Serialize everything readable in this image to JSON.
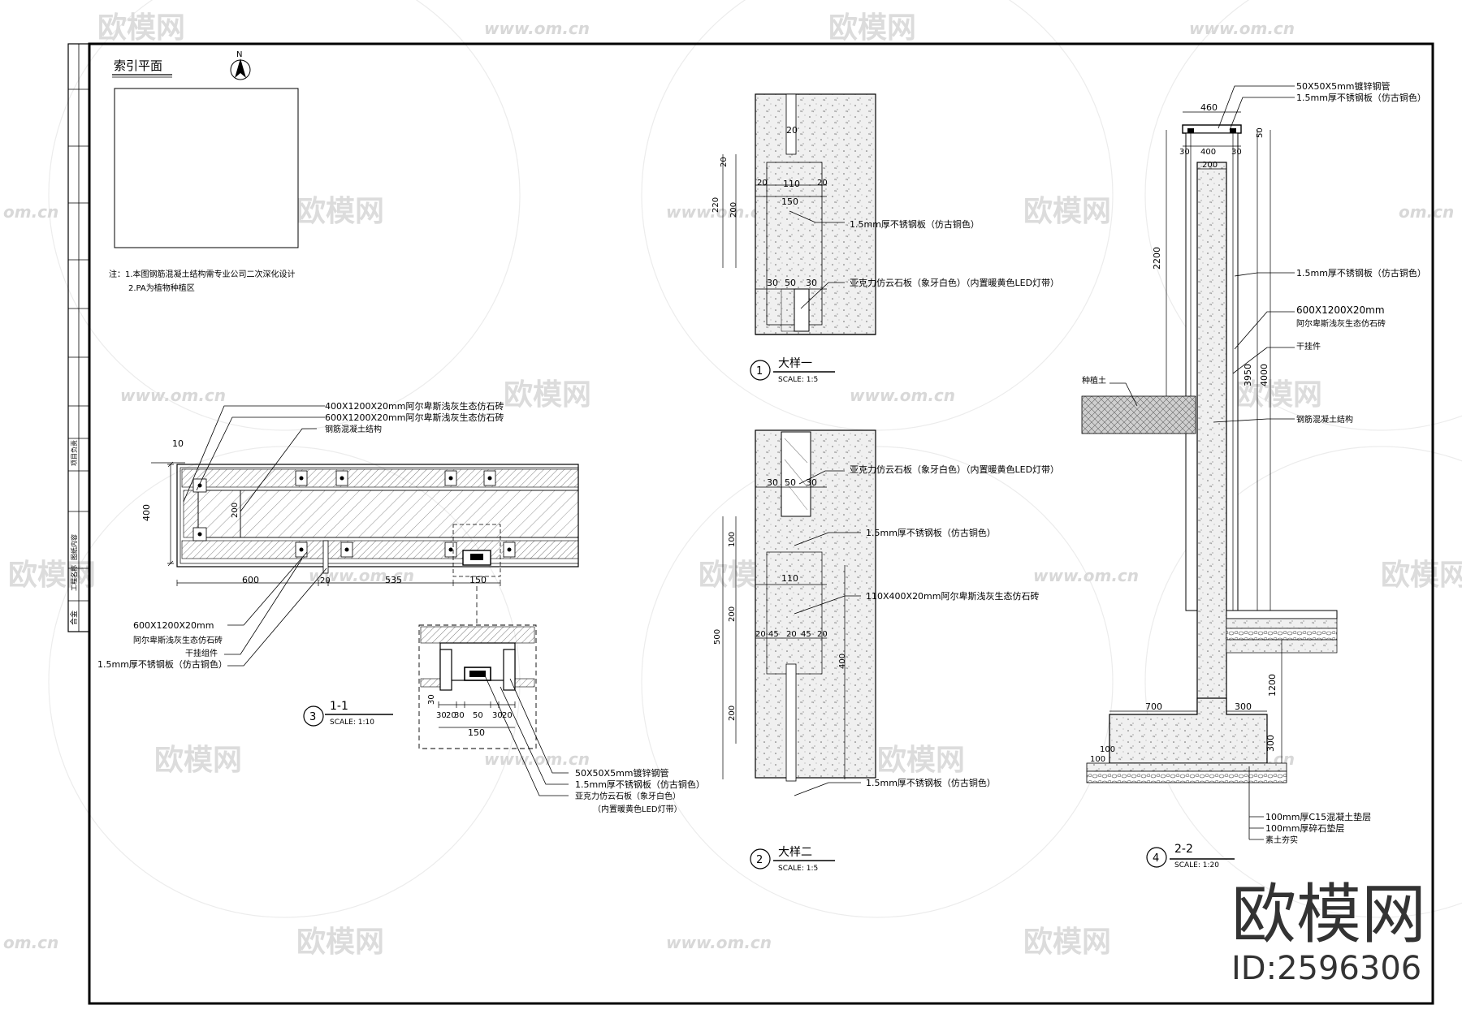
{
  "watermark": {
    "brand": "欧模网",
    "url": "www.om.cn",
    "url_short": "om.cn",
    "id_label": "ID:2596306"
  },
  "title_block": {
    "cells": [
      "合金",
      "工程名称",
      "图纸内容",
      "项目负责"
    ]
  },
  "index_plan": {
    "title": "索引平面",
    "north": "N",
    "notes": [
      "注：1.本图钢筋混凝土结构需专业公司二次深化设计",
      "2.PA为植物种植区"
    ]
  },
  "section_1_1": {
    "no": "3",
    "title": "1-1",
    "scale": "SCALE:  1:10",
    "callouts_top": [
      "400X1200X20mm阿尔卑斯浅灰生态仿石砖",
      "600X1200X20mm阿尔卑斯浅灰生态仿石砖",
      "钢筋混凝土结构"
    ],
    "callouts_left": [
      "600X1200X20mm",
      "阿尔卑斯浅灰生态仿石砖",
      "干挂组件",
      "1.5mm厚不锈钢板（仿古铜色）"
    ],
    "callouts_right": [
      "50X50X5mm镀锌钢管",
      "1.5mm厚不锈钢板（仿古铜色）",
      "亚克力仿云石板（象牙白色）",
      "（内置暖黄色LED灯带）"
    ],
    "dims": [
      "10",
      "400",
      "200",
      "600",
      "20",
      "535",
      "150",
      "30",
      "20",
      "30",
      "50",
      "30",
      "20",
      "150"
    ]
  },
  "detail_1": {
    "no": "1",
    "title": "大样一",
    "scale": "SCALE:  1:5",
    "callouts": [
      "1.5mm厚不锈钢板（仿古铜色）",
      "亚克力仿云石板（象牙白色）（内置暖黄色LED灯带）"
    ],
    "dims": [
      "20",
      "20",
      "220",
      "200",
      "20",
      "110",
      "20",
      "150",
      "30",
      "50",
      "30"
    ]
  },
  "detail_2": {
    "no": "2",
    "title": "大样二",
    "scale": "SCALE:  1:5",
    "callouts": [
      "亚克力仿云石板（象牙白色）（内置暖黄色LED灯带）",
      "1.5mm厚不锈钢板（仿古铜色）",
      "110X400X20mm阿尔卑斯浅灰生态仿石砖",
      "1.5mm厚不锈钢板（仿古铜色）"
    ],
    "dims": [
      "30",
      "50",
      "30",
      "100",
      "110",
      "200",
      "500",
      "20",
      "45",
      "20",
      "45",
      "20",
      "400",
      "200"
    ]
  },
  "section_2_2": {
    "no": "4",
    "title": "2-2",
    "scale": "SCALE:  1:20",
    "callouts_right": [
      "50X50X5mm镀锌钢管",
      "1.5mm厚不锈钢板（仿古铜色）",
      "1.5mm厚不锈钢板（仿古铜色）",
      "600X1200X20mm",
      "阿尔卑斯浅灰生态仿石砖",
      "干挂件",
      "钢筋混凝土结构"
    ],
    "callout_left": "种植土",
    "callouts_bottom": [
      "100mm厚C15混凝土垫层",
      "100mm厚碎石垫层",
      "素土夯实"
    ],
    "dims": [
      "460",
      "30",
      "400",
      "30",
      "50",
      "200",
      "2200",
      "3950",
      "4000",
      "700",
      "300",
      "1200",
      "300",
      "100",
      "100"
    ]
  }
}
